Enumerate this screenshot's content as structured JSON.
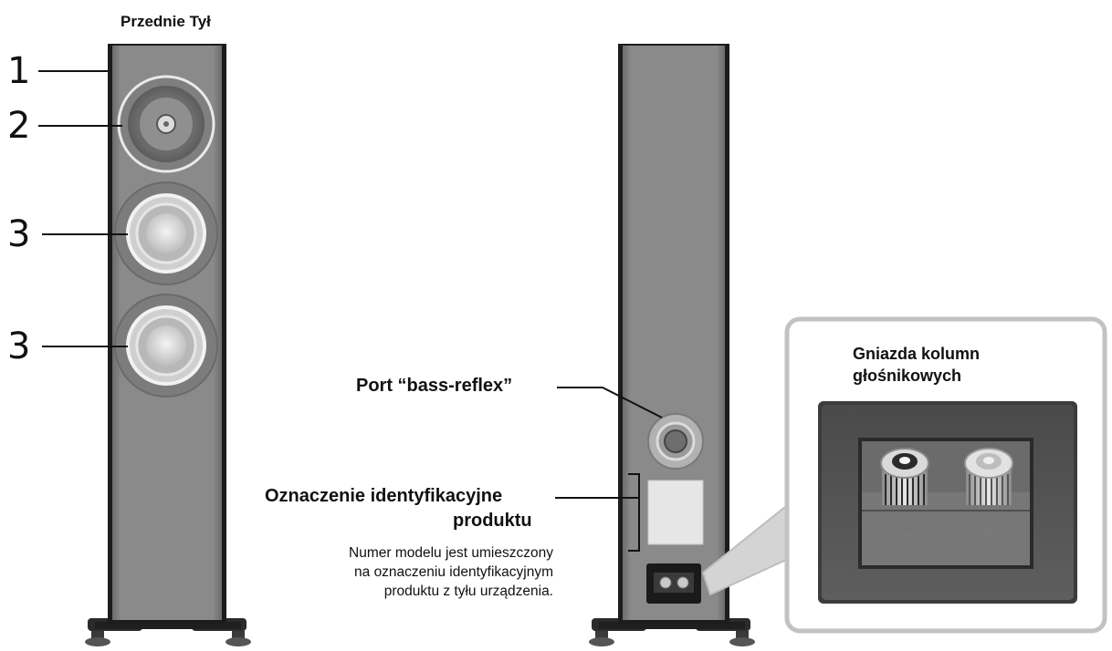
{
  "header": {
    "title": "Przednie Tył"
  },
  "front_labels": [
    "1",
    "2",
    "3",
    "3"
  ],
  "rear": {
    "bass_reflex": "Port “bass-reflex”",
    "id_label": {
      "line1": "Oznaczenie identyfikacyjne",
      "line2": "produktu"
    },
    "note": {
      "line1": "Numer modelu jest umieszczony",
      "line2": "na oznaczeniu identyfikacyjnym",
      "line3": "produktu z tyłu urządzenia."
    }
  },
  "terminals": {
    "title": {
      "line1": "Gniazda kolumn",
      "line2": "głośnikowych"
    },
    "minus": "−",
    "plus": "+"
  },
  "colors": {
    "cabinet": "#848484",
    "cabinet_dark": "#2a2a2a",
    "panel_bg": "#555555",
    "driver_light": "#e0e0e0"
  }
}
